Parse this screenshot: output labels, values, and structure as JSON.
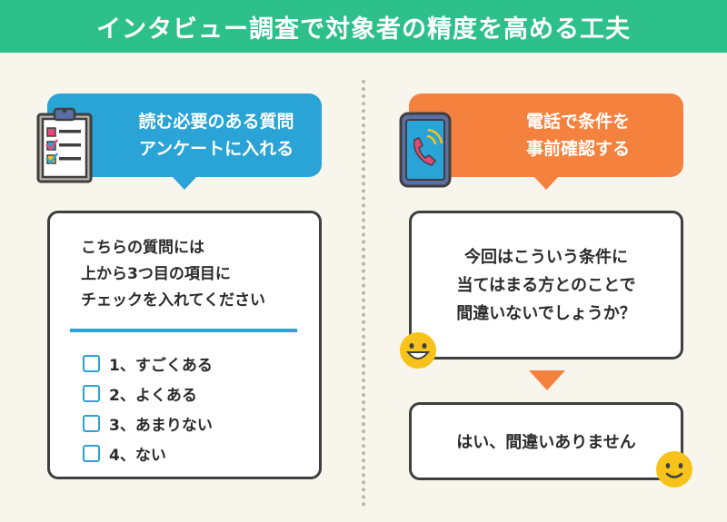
{
  "title": "インタビュー調査で対象者の精度を高める工夫",
  "left": {
    "bubble": [
      "読む必要のある質問",
      "アンケートに入れる"
    ],
    "question_lines": [
      "こちらの質問には",
      "上から3つ目の項目に",
      "チェックを入れてください"
    ],
    "options": [
      "1、すごくある",
      "2、よくある",
      "3、あまりない",
      "4、ない"
    ]
  },
  "right": {
    "bubble": [
      "電話で条件を",
      "事前確認する"
    ],
    "question_lines": [
      "今回はこういう条件に",
      "当てはまる方とのことで",
      "間違いないでしょうか？"
    ],
    "answer": "はい、間違いありません"
  },
  "colors": {
    "title_bg": "#2ec08a",
    "left_accent": "#2aa3d6",
    "right_accent": "#f5813f",
    "smiley": "#f7c31a"
  },
  "icons": {
    "left": "clipboard-checklist-icon",
    "right": "smartphone-call-icon",
    "faces": "smiley-face-icon"
  }
}
